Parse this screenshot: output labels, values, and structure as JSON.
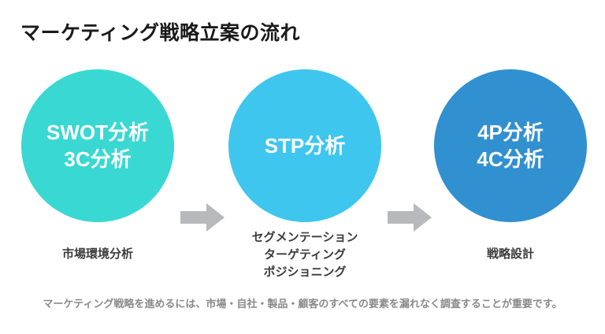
{
  "title": "マーケティング戦略立案の流れ",
  "colors": {
    "stage1": "#3AD8D3",
    "stage2": "#3FC6EE",
    "stage3": "#3190D0",
    "arrow": "#B7B9BB",
    "title_text": "#1a1a1a",
    "caption_text": "#3c3c3c",
    "footnote_text": "#8a8a8a",
    "circle_text": "#ffffff"
  },
  "stages": [
    {
      "circle_lines": [
        "SWOT分析",
        "3C分析"
      ],
      "caption_lines": [
        "市場環境分析"
      ]
    },
    {
      "circle_lines": [
        "STP分析"
      ],
      "caption_lines": [
        "セグメンテーション",
        "ターゲティング",
        "ポジショニング"
      ]
    },
    {
      "circle_lines": [
        "4P分析",
        "4C分析"
      ],
      "caption_lines": [
        "戦略設計"
      ]
    }
  ],
  "arrows": [
    {
      "name": "arrow-stage1-to-stage2"
    },
    {
      "name": "arrow-stage2-to-stage3"
    }
  ],
  "footnote": "マーケティング戦略を進めるには、市場・自社・製品・顧客のすべての要素を漏れなく調査することが重要です。"
}
